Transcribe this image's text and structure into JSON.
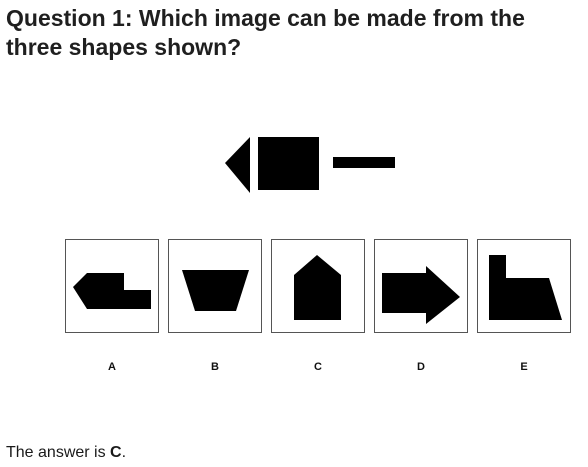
{
  "question": {
    "title": "Question 1: Which image can be made from the three shapes shown?"
  },
  "given_shapes": {
    "icons": [
      "triangle-icon",
      "square-icon",
      "bar-icon"
    ]
  },
  "options": [
    {
      "label": "A",
      "icon": "house-pointed-left-icon"
    },
    {
      "label": "B",
      "icon": "trapezoid-icon"
    },
    {
      "label": "C",
      "icon": "house-pointed-up-icon"
    },
    {
      "label": "D",
      "icon": "arrow-right-icon"
    },
    {
      "label": "E",
      "icon": "l-shape-icon"
    }
  ],
  "answer": {
    "prefix": "The answer is ",
    "value": "C",
    "suffix": "."
  },
  "colors": {
    "shape_fill": "#000000",
    "box_border": "#555555",
    "text": "#1a1a1a"
  }
}
